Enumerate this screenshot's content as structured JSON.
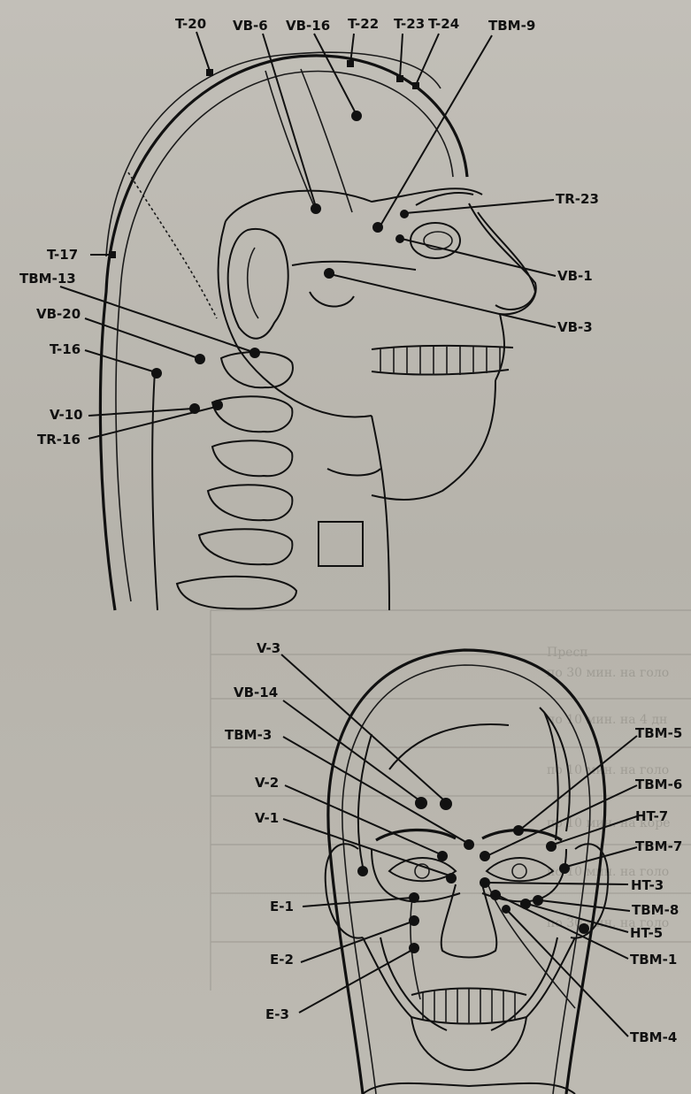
{
  "figure": {
    "side_view": {
      "points": [
        {
          "id": "T-20",
          "label": "T-20"
        },
        {
          "id": "VB-6",
          "label": "VB-6"
        },
        {
          "id": "VB-16",
          "label": "VB-16"
        },
        {
          "id": "T-22",
          "label": "T-22"
        },
        {
          "id": "T-23",
          "label": "T-23"
        },
        {
          "id": "T-24",
          "label": "T-24"
        },
        {
          "id": "TBM-9",
          "label": "TBM-9"
        },
        {
          "id": "TR-23",
          "label": "TR-23"
        },
        {
          "id": "VB-1",
          "label": "VB-1"
        },
        {
          "id": "VB-3",
          "label": "VB-3"
        },
        {
          "id": "T-17",
          "label": "T-17"
        },
        {
          "id": "TBM-13",
          "label": "TBM-13"
        },
        {
          "id": "VB-20",
          "label": "VB-20"
        },
        {
          "id": "T-16",
          "label": "T-16"
        },
        {
          "id": "V-10",
          "label": "V-10"
        },
        {
          "id": "TR-16",
          "label": "TR-16"
        }
      ]
    },
    "front_view": {
      "points": [
        {
          "id": "V-3",
          "label": "V-3"
        },
        {
          "id": "VB-14",
          "label": "VB-14"
        },
        {
          "id": "TBM-3",
          "label": "TBM-3"
        },
        {
          "id": "V-2",
          "label": "V-2"
        },
        {
          "id": "V-1",
          "label": "V-1"
        },
        {
          "id": "E-1",
          "label": "E-1"
        },
        {
          "id": "E-2",
          "label": "E-2"
        },
        {
          "id": "E-3",
          "label": "E-3"
        },
        {
          "id": "TBM-5",
          "label": "TBM-5"
        },
        {
          "id": "TBM-6",
          "label": "TBM-6"
        },
        {
          "id": "HT-7",
          "label": "HT-7"
        },
        {
          "id": "TBM-7",
          "label": "TBM-7"
        },
        {
          "id": "HT-3",
          "label": "HT-3"
        },
        {
          "id": "TBM-8",
          "label": "TBM-8"
        },
        {
          "id": "HT-5",
          "label": "HT-5"
        },
        {
          "id": "TBM-1",
          "label": "TBM-1"
        },
        {
          "id": "TBM-4",
          "label": "TBM-4"
        }
      ]
    }
  },
  "background_text": {
    "lines": [
      "Пресп",
      "по 30 мин. на голо",
      "по 10 мин. на 4 дн",
      "по 10 мин. на голо",
      "по 10 мин. на коре",
      "по 10 мин. на голо",
      "по 30 мин. на голо"
    ]
  },
  "colors": {
    "ink": "#111111",
    "paper": "#bdbab2"
  }
}
